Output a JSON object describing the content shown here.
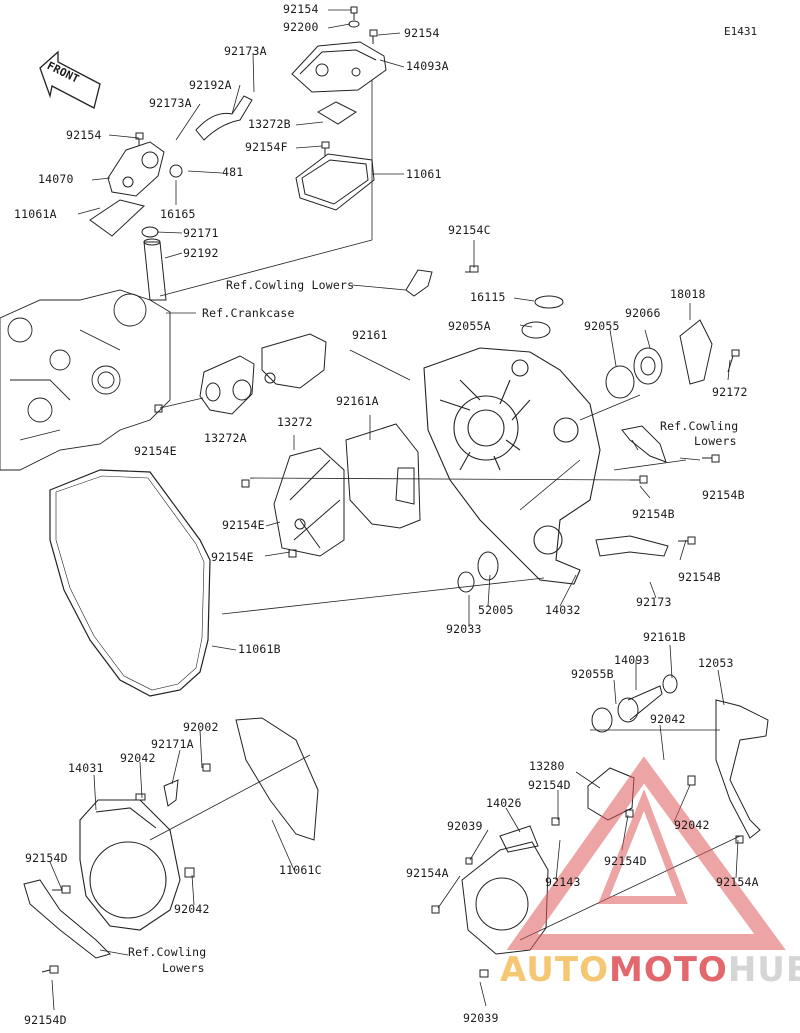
{
  "diagram_code": "E1431",
  "front_label": "FRONT",
  "watermark": {
    "part1": "AUTO",
    "part2": "MOTO",
    "part3": "HUB"
  },
  "labels": {
    "p92154_a": "92154",
    "p92200": "92200",
    "p92154_b": "92154",
    "p92173A_a": "92173A",
    "p14093A": "14093A",
    "p92192A": "92192A",
    "p92173A_b": "92173A",
    "p13272B": "13272B",
    "p92154_c": "92154",
    "p92154F": "92154F",
    "p14070": "14070",
    "p481": "481",
    "p11061": "11061",
    "p16165": "16165",
    "p11061A": "11061A",
    "p92171": "92171",
    "p92192": "92192",
    "p92154C": "92154C",
    "ref_cowling_lowers_1": "Ref.Cowling Lowers",
    "p16115": "16115",
    "ref_crankcase": "Ref.Crankcase",
    "p92055A": "92055A",
    "p18018": "18018",
    "p92055": "92055",
    "p92066": "92066",
    "p92161": "92161",
    "p92172": "92172",
    "p92161A": "92161A",
    "p13272": "13272",
    "p92154E_a": "92154E",
    "p13272A": "13272A",
    "ref_cowling_2a": "Ref.Cowling",
    "ref_cowling_2b": "Lowers",
    "p92154B_a": "92154B",
    "p92154E_b": "92154E",
    "p92154B_b": "92154B",
    "p92154E_c": "92154E",
    "p92154B_c": "92154B",
    "p52005": "52005",
    "p14032": "14032",
    "p92173": "92173",
    "p92033": "92033",
    "p11061B": "11061B",
    "p92161B": "92161B",
    "p14093": "14093",
    "p12053": "12053",
    "p92055B": "92055B",
    "p92042_a": "92042",
    "p92002": "92002",
    "p92171A": "92171A",
    "p92042_b": "92042",
    "p14031": "14031",
    "p13280": "13280",
    "p92154D_a": "92154D",
    "p14026": "14026",
    "p92042_c": "92042",
    "p92039_a": "92039",
    "p92154D_b": "92154D",
    "p92154D_c": "92154D",
    "p92143": "92143",
    "p92154A_a": "92154A",
    "p92154A_b": "92154A",
    "p11061C": "11061C",
    "p92042_d": "92042",
    "ref_cowling_3a": "Ref.Cowling",
    "ref_cowling_3b": "Lowers",
    "p92039_b": "92039",
    "p92154D_d": "92154D"
  }
}
